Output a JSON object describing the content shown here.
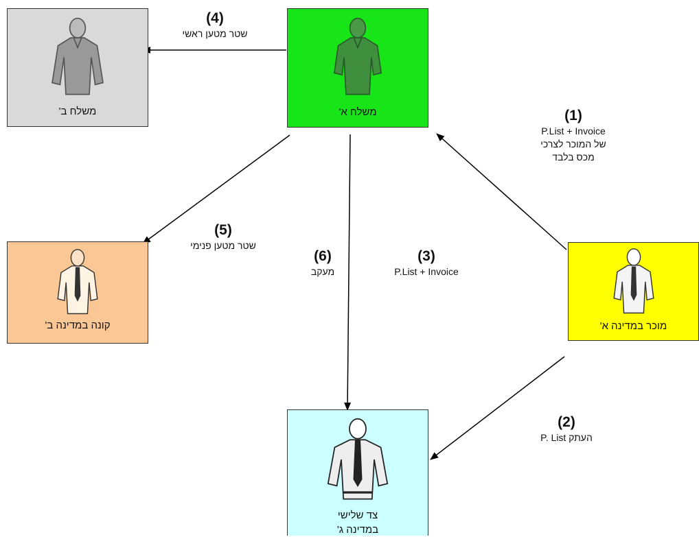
{
  "boxes": {
    "forwarder_b": {
      "label": "משלח ב'",
      "color": "#d9d9d9"
    },
    "forwarder_a": {
      "label": "משלח א'",
      "color": "#17e517"
    },
    "buyer_b": {
      "label": "קונה במדינה ב'",
      "color": "#fbc895"
    },
    "seller_a": {
      "label": "מוכר במדינה א'",
      "color": "#ffff00"
    },
    "third_party": {
      "label_line1": "צד שלישי",
      "label_line2": "במדינה ג'",
      "color": "#ccffff"
    }
  },
  "steps": {
    "s1": {
      "num": "(1)",
      "line1": "P.List + Invoice",
      "line2": "של המוכר לצרכי",
      "line3": "מכס בלבד"
    },
    "s2": {
      "num": "(2)",
      "line1": "העתק P. List"
    },
    "s3": {
      "num": "(3)",
      "line1": "P.List + Invoice"
    },
    "s4": {
      "num": "(4)",
      "line1": "שטר מטען ראשי"
    },
    "s5": {
      "num": "(5)",
      "line1": "שטר מטען פנימי"
    },
    "s6": {
      "num": "(6)",
      "line1": "מעקב"
    }
  },
  "icons": {
    "figure_color": "#555555",
    "arrow_color": "#000000"
  }
}
